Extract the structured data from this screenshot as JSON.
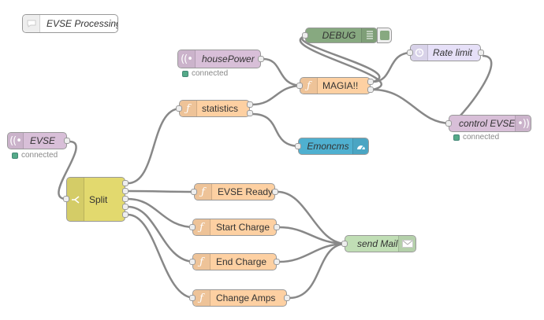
{
  "comment": {
    "label": "EVSE Processing"
  },
  "nodes": {
    "debug": {
      "label": "DEBUG"
    },
    "house_power": {
      "label": "housePower",
      "status": "connected"
    },
    "rate_limit": {
      "label": "Rate limit"
    },
    "magia": {
      "label": "MAGIA!!"
    },
    "statistics": {
      "label": "statistics"
    },
    "control_evse": {
      "label": "control EVSE",
      "status": "connected"
    },
    "evse": {
      "label": "EVSE",
      "status": "connected"
    },
    "emoncms": {
      "label": "Emoncms"
    },
    "split": {
      "label": "Split"
    },
    "evse_ready": {
      "label": "EVSE Ready"
    },
    "start_charge": {
      "label": "Start Charge"
    },
    "send_mail": {
      "label": "send Mail"
    },
    "end_charge": {
      "label": "End Charge"
    },
    "change_amps": {
      "label": "Change Amps"
    }
  },
  "icons": {
    "comment": "comment-icon",
    "function": "function-icon",
    "mqtt": "mqtt-icon",
    "debug": "debug-icon",
    "rate_limit": "delay-icon",
    "split": "split-icon",
    "emoncms": "emoncms-icon",
    "mail": "envelope-icon"
  },
  "colors": {
    "function": "#fdd0a2",
    "mqtt": "#d8bfd8",
    "debug": "#87a980",
    "delay": "#e6e0f8",
    "split": "#e2d96e",
    "emoncms": "#4fb0d0",
    "mail": "#c0deb5",
    "wire": "#888888",
    "status_ok": "#55aa88"
  }
}
